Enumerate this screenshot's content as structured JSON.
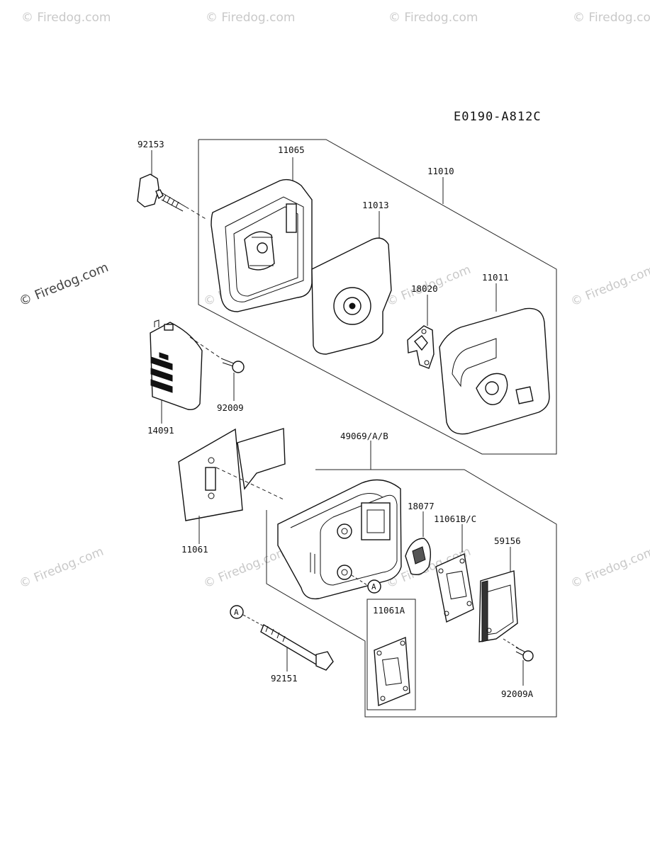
{
  "diagram_code": "E0190-A812C",
  "watermark": "© Firedog.com",
  "parts": {
    "p92153": "92153",
    "p11065": "11065",
    "p11010": "11010",
    "p11013": "11013",
    "p18020": "18020",
    "p11011": "11011",
    "p92009": "92009",
    "p14091": "14091",
    "p49069": "49069/A/B",
    "p18077": "18077",
    "p11061BC": "11061B/C",
    "p59156": "59156",
    "p11061": "11061",
    "p11061A": "11061A",
    "p92151": "92151",
    "p92009A": "92009A"
  },
  "ref_markers": [
    "A",
    "A"
  ]
}
